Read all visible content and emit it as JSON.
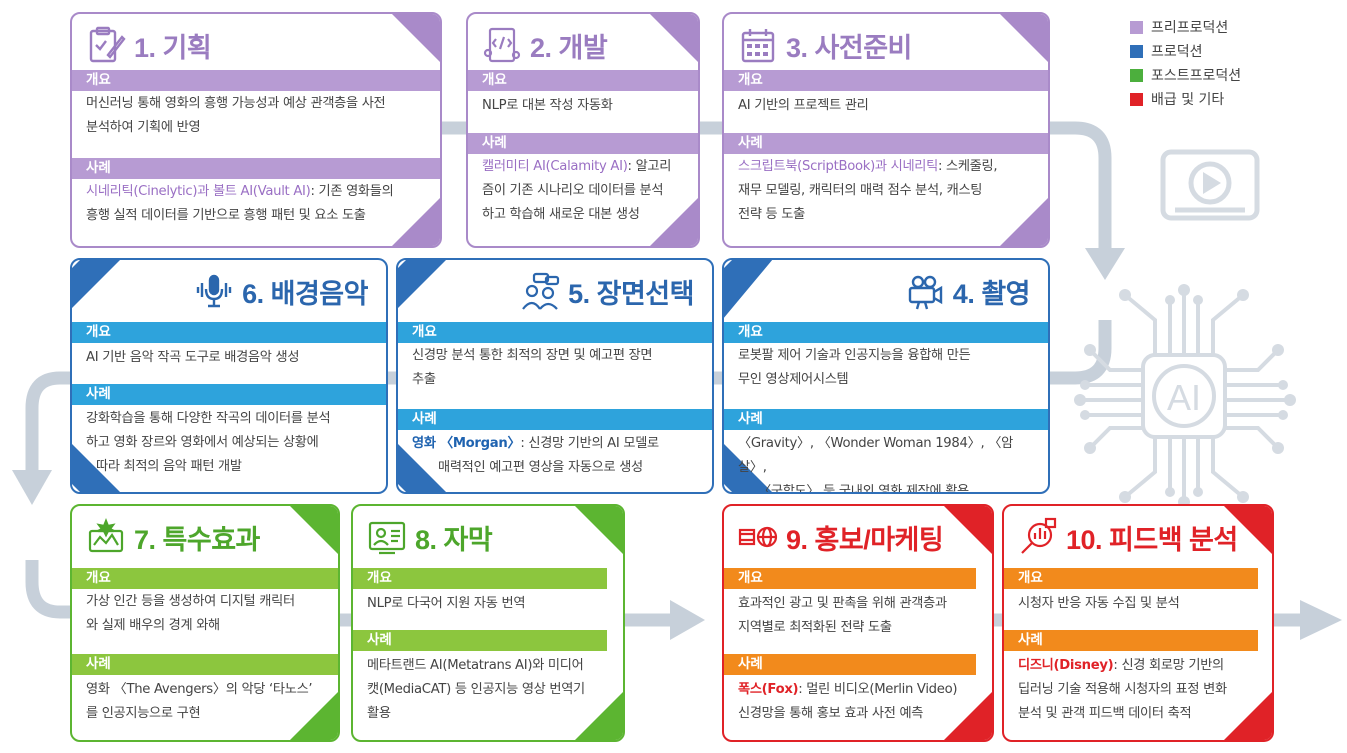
{
  "colors": {
    "pre_production": "#b79bd3",
    "production": "#2f6fb8",
    "post_production": "#5cb531",
    "distribution": "#e02227",
    "arrow": "#c7d0da"
  },
  "legend": [
    {
      "label": "프리프로덕션",
      "color": "#b79bd3"
    },
    {
      "label": "프로덕션",
      "color": "#2f6fb8"
    },
    {
      "label": "포스트프로덕션",
      "color": "#4caf3d"
    },
    {
      "label": "배급 및 기타",
      "color": "#e02227"
    }
  ],
  "center_graphic": {
    "chip_label": "AI",
    "icon": "video-play-icon"
  },
  "cards": [
    {
      "id": "planning",
      "icon": "clipboard-pen-icon",
      "title": "1. 기획",
      "overview_label": "개요",
      "overview": [
        "머신러닝 통해 영화의 흥행 가능성과 예상 관객층을 사전",
        "분석하여 기획에 반영"
      ],
      "case_label": "사례",
      "case_highlight": "시네리틱(Cinelytic)과 볼트 AI(Vault AI)",
      "case_rest": ": 기존 영화들의",
      "case_lines": [
        "흥행 실적 데이터를 기반으로 흥행 패턴 및 요소 도출"
      ]
    },
    {
      "id": "development",
      "icon": "code-device-icon",
      "title": "2. 개발",
      "overview_label": "개요",
      "overview": [
        "NLP로 대본 작성 자동화"
      ],
      "case_label": "사례",
      "case_highlight": "캘러미티 AI(Calamity AI)",
      "case_rest": ": 알고리",
      "case_lines": [
        "즘이 기존 시나리오 데이터를 분석",
        "하고 학습해 새로운 대본 생성"
      ]
    },
    {
      "id": "preparation",
      "icon": "calendar-icon",
      "title": "3. 사전준비",
      "overview_label": "개요",
      "overview": [
        "AI 기반의 프로젝트 관리"
      ],
      "case_label": "사례",
      "case_highlight": "스크립트북(ScriptBook)과 시네리틱",
      "case_rest": ": 스케줄링,",
      "case_lines": [
        "재무 모델링, 캐릭터의 매력 점수 분석, 캐스팅",
        "전략 등 도출"
      ]
    },
    {
      "id": "filming",
      "icon": "movie-camera-icon",
      "title": "4. 촬영",
      "overview_label": "개요",
      "overview": [
        "로봇팔 제어 기술과 인공지능을 융합해 만든",
        "무인 영상제어시스템"
      ],
      "case_label": "사례",
      "case_highlight": "",
      "case_rest": "〈Gravity〉, 〈Wonder Woman 1984〉, 〈암살〉,",
      "case_lines": [
        "〈군함도〉 등 국내외 영화 제작에 활용"
      ]
    },
    {
      "id": "scene-selection",
      "icon": "people-chat-icon",
      "title": "5. 장면선택",
      "overview_label": "개요",
      "overview": [
        "신경망 분석 통한 최적의 장면 및 예고편 장면",
        "추출"
      ],
      "case_label": "사례",
      "case_highlight": "영화 〈Morgan〉",
      "case_rest": ": 신경망 기반의 AI 모델로",
      "case_lines": [
        "매력적인 예고편 영상을 자동으로 생성"
      ]
    },
    {
      "id": "background-music",
      "icon": "microphone-wave-icon",
      "title": "6. 배경음악",
      "overview_label": "개요",
      "overview": [
        "AI 기반 음악 작곡 도구로 배경음악 생성"
      ],
      "case_label": "사례",
      "case_highlight": "",
      "case_rest": "강화학습을 통해 다양한 작곡의 데이터를 분석",
      "case_lines": [
        "하고 영화 장르와 영화에서 예상되는 상황에",
        "따라 최적의 음악 패턴 개발"
      ]
    },
    {
      "id": "special-effects",
      "icon": "vfx-screen-icon",
      "title": "7. 특수효과",
      "overview_label": "개요",
      "overview": [
        "가상 인간 등을 생성하여 디지털 캐릭터",
        "와 실제 배우의 경계 와해"
      ],
      "case_label": "사례",
      "case_highlight": "",
      "case_rest": "영화 〈The Avengers〉의 악당 ‘타노스’",
      "case_lines": [
        "를 인공지능으로 구현"
      ]
    },
    {
      "id": "subtitles",
      "icon": "subtitle-screen-icon",
      "title": "8. 자막",
      "overview_label": "개요",
      "overview": [
        "NLP로 다국어 지원 자동 번역"
      ],
      "case_label": "사례",
      "case_highlight": "",
      "case_rest": "메타트랜드 AI(Metatrans AI)와 미디어",
      "case_lines": [
        "캣(MediaCAT) 등 인공지능 영상 번역기",
        "활용"
      ]
    },
    {
      "id": "marketing",
      "icon": "film-globe-icon",
      "title": "9. 홍보/마케팅",
      "overview_label": "개요",
      "overview": [
        "효과적인 광고 및 판촉을 위해 관객층과",
        "지역별로 최적화된 전략 도출"
      ],
      "case_label": "사례",
      "case_highlight": "폭스(Fox)",
      "case_rest": ": 멀린 비디오(Merlin Video)",
      "case_lines": [
        "신경망을 통해 홍보 효과 사전 예측"
      ]
    },
    {
      "id": "feedback",
      "icon": "analytics-magnifier-icon",
      "title": "10. 피드백 분석",
      "overview_label": "개요",
      "overview": [
        "시청자 반응 자동 수집 및 분석"
      ],
      "case_label": "사례",
      "case_highlight": "디즈니(Disney)",
      "case_rest": ": 신경 회로망 기반의",
      "case_lines": [
        "딥러닝 기술 적용해 시청자의 표정 변화",
        "분석 및 관객 피드백 데이터 축적"
      ]
    }
  ]
}
